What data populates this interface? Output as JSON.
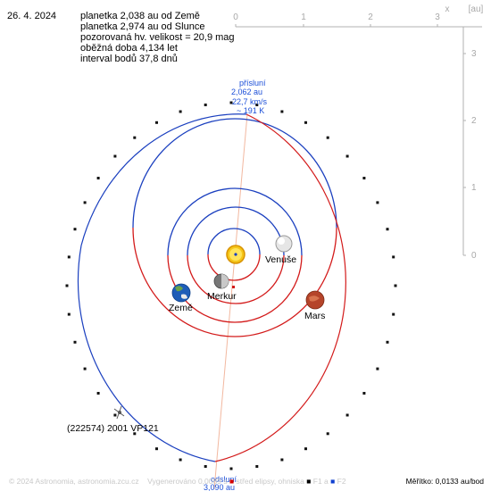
{
  "date": "26. 4. 2024",
  "info": {
    "earth_distance": "planetka 2,038 au od Země",
    "sun_distance": "planetka 2,974 au od Slunce",
    "magnitude": "pozorovaná hv. velikost = 20,9 mag",
    "period": "oběžná doba 4,134 let",
    "interval": "interval bodů 37,8 dnů"
  },
  "axis": {
    "x_label": "x",
    "unit": "[au]",
    "x_ticks": [
      "0",
      "1",
      "2",
      "3"
    ],
    "y_ticks": [
      "3",
      "2",
      "1",
      "0"
    ]
  },
  "perihelion": {
    "title": "přísluní",
    "distance": "2,062 au",
    "speed": "22,7 km/s",
    "temperature": "~ 191 K"
  },
  "aphelion": {
    "title": "odsluní",
    "distance": "3,090 au"
  },
  "bodies": {
    "venus": "Venuše",
    "mercury": "Merkur",
    "earth": "Země",
    "mars": "Mars",
    "asteroid": "(222574) 2001 VP121"
  },
  "footer": {
    "copyright": "© 2024 Astronomia, astronomia.zcu.cz",
    "generated": "Vygenerováno 0,0089 s",
    "center": "střed elipsy, ohniska",
    "f1": "F1 a",
    "f2": "F2"
  },
  "scale_text": "Měřítko: 0,0133 au/bod",
  "colors": {
    "orbit_blue": "#1a3fbf",
    "orbit_red": "#d31a1a",
    "apsis_line": "#f2b8a0",
    "axis_gray": "#a8a8a8",
    "label_blue": "#1c4fd8"
  }
}
